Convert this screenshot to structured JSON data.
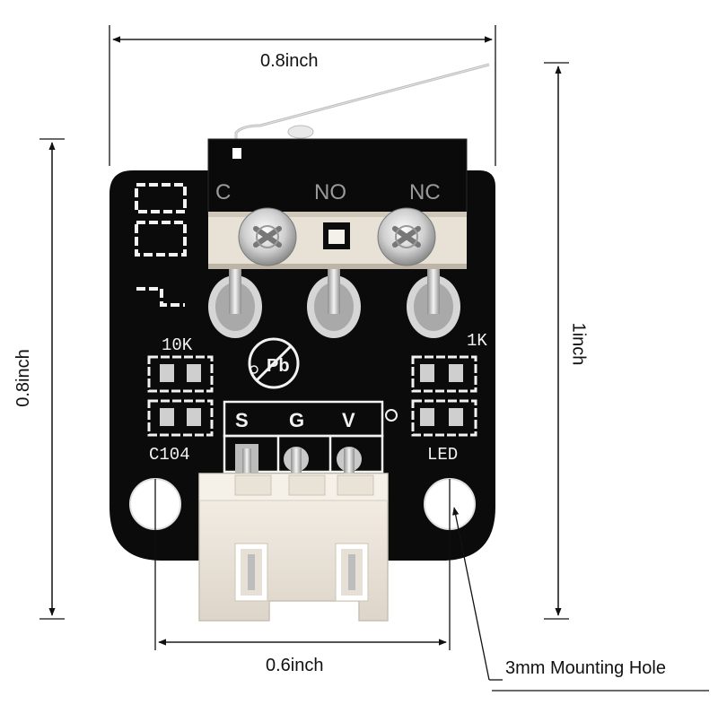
{
  "dimensions": {
    "top_width": "0.8inch",
    "left_height": "0.8inch",
    "right_height": "1inch",
    "bottom_hole_spacing": "0.6inch",
    "hole_callout": "3mm Mounting Hole"
  },
  "switch_labels": {
    "common": "C",
    "normally_open": "NO",
    "normally_closed": "NC"
  },
  "silkscreen": {
    "resistor_left": "10K",
    "resistor_right": "1K",
    "capacitor": "C104",
    "led": "LED",
    "pin_s": "S",
    "pin_g": "G",
    "pin_v": "V"
  },
  "colors": {
    "pcb": "#0b0b0b",
    "silkscreen": "#f2f2f2",
    "connector": "#ece6dc",
    "metal": "#c9c9c9"
  }
}
